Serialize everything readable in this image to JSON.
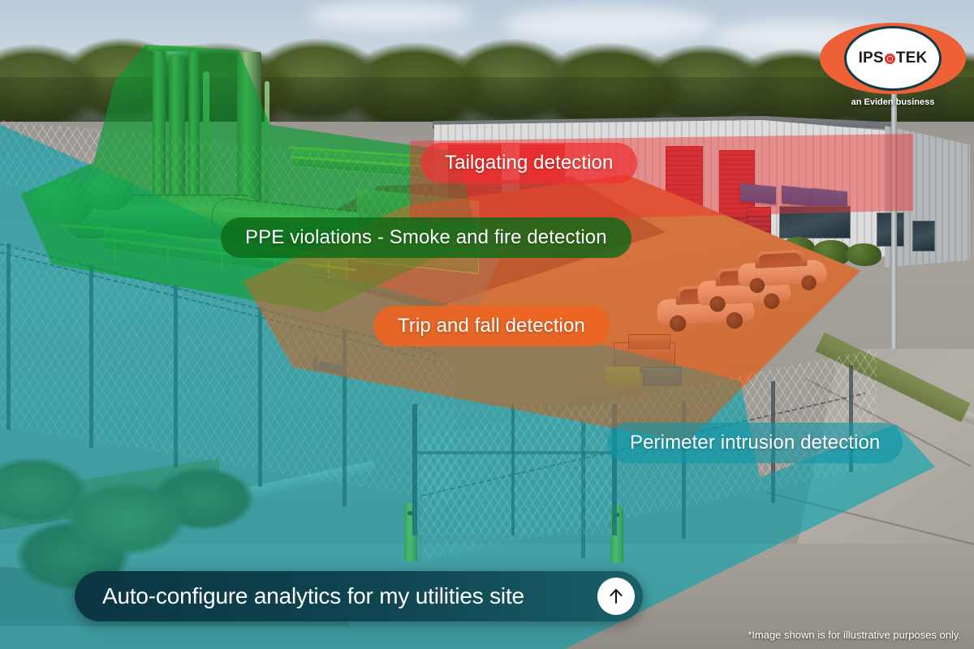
{
  "brand": {
    "logo_text_left": "IPS",
    "logo_icon": "target-o-icon",
    "logo_text_right": "TEK",
    "tagline": "an Eviden business"
  },
  "detection_labels": [
    {
      "id": "tailgating",
      "text": "Tailgating detection",
      "color": "#ee3030",
      "zone": "building-entrance"
    },
    {
      "id": "ppe_smoke_fire",
      "text": "PPE violations - Smoke and fire detection",
      "color": "#0a6916",
      "zone": "process-plant"
    },
    {
      "id": "trip_fall",
      "text": "Trip and fall detection",
      "color": "#f06320",
      "zone": "yard"
    },
    {
      "id": "perimeter",
      "text": "Perimeter intrusion detection",
      "color": "#1096a6",
      "zone": "fence-line"
    }
  ],
  "cta": {
    "label": "Auto-configure analytics for my utilities site",
    "arrow_icon": "arrow-up-icon",
    "background": "#0f4551"
  },
  "footnote": "*Image shown is for illustrative purposes only.",
  "scene": {
    "description": "aerial view of fenced utilities site",
    "overlay_colors": {
      "perimeter": "#12b6c4",
      "plant": "#12a83c",
      "building": "#f03030",
      "yard": "#f26322"
    }
  }
}
